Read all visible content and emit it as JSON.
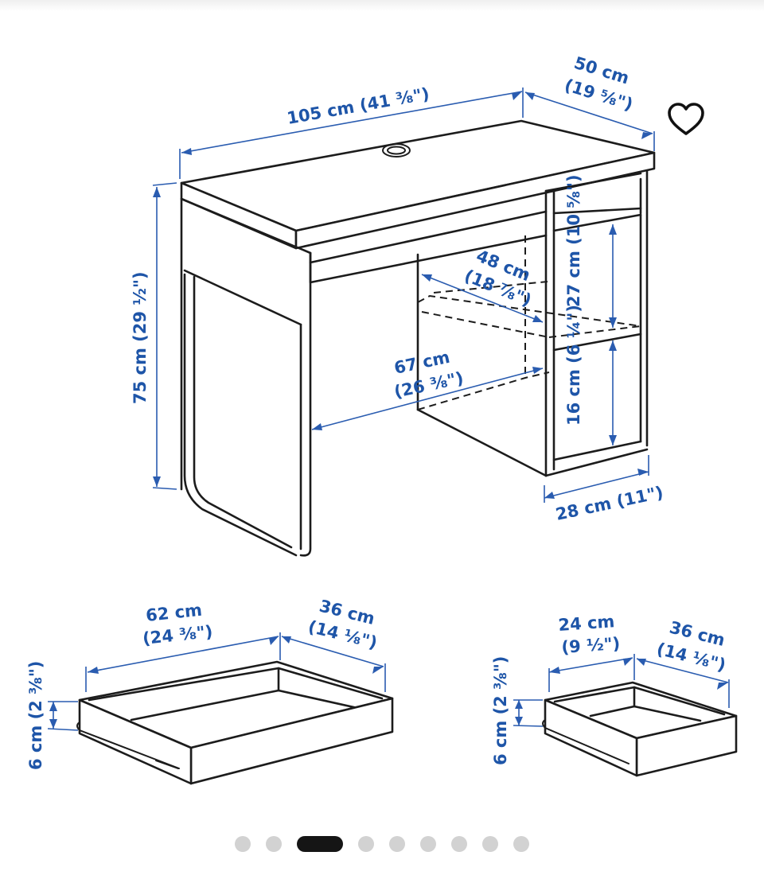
{
  "labels": {
    "width_total": "105 cm (41 ⅜\")",
    "depth_cm": "50 cm",
    "depth_in": "(19 ⅝\")",
    "height_total": "75 cm (29 ½\")",
    "inner_depth_cm": "48 cm",
    "inner_depth_in": "(18 ⅞\")",
    "knee_width_cm": "67 cm",
    "knee_width_in": "(26 ⅜\")",
    "upper_compartment": "27 cm (10 ⅝\")",
    "lower_compartment": "16 cm (6 ¼\")",
    "cabinet_width": "28 cm (11\")",
    "large_drawer_width_cm": "62 cm",
    "large_drawer_width_in": "(24 ⅜\")",
    "large_drawer_depth_cm": "36 cm",
    "large_drawer_depth_in": "(14 ⅛\")",
    "large_drawer_height": "6 cm (2 ⅜\")",
    "small_drawer_width_cm": "24 cm",
    "small_drawer_width_in": "(9 ½\")",
    "small_drawer_depth_cm": "36 cm",
    "small_drawer_depth_in": "(14 ⅛\")",
    "small_drawer_height": "6 cm (2 ⅜\")"
  },
  "icons": {
    "favorite": "heart-outline-icon"
  },
  "colors": {
    "dimension": "#1e55a8",
    "outline": "#1c1c1c",
    "dot_active": "#151515",
    "dot_inactive": "#d2d2d2"
  },
  "carousel": {
    "total": 9,
    "active_index": 2
  }
}
